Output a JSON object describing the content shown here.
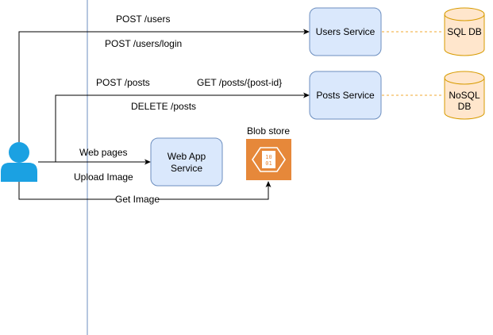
{
  "services": {
    "users": "Users Service",
    "posts": "Posts Service",
    "webapp_line1": "Web App",
    "webapp_line2": "Service"
  },
  "databases": {
    "sql": "SQL DB",
    "nosql_line1": "NoSQL",
    "nosql_line2": "DB"
  },
  "blob": {
    "title": "Blob store",
    "icon": "blob-storage-icon",
    "icon_text_line1": "10",
    "icon_text_line2": "01"
  },
  "edges": {
    "post_users": "POST /users",
    "post_users_login": "POST /users/login",
    "post_posts": "POST /posts",
    "get_post_id": "GET /posts/{post-id}",
    "delete_posts": "DELETE /posts",
    "web_pages": "Web pages",
    "upload_image": "Upload Image",
    "get_image": "Get Image"
  },
  "actor": {
    "icon": "user-icon"
  },
  "colors": {
    "service_fill": "#dae8fc",
    "service_stroke": "#6c8ebf",
    "db_fill": "#ffe6cc",
    "db_stroke": "#d79b00",
    "blob_fill": "#e6883a",
    "user_icon": "#1ba1e2",
    "divider": "#6c8ebf",
    "dashed_link": "#f0a830"
  }
}
